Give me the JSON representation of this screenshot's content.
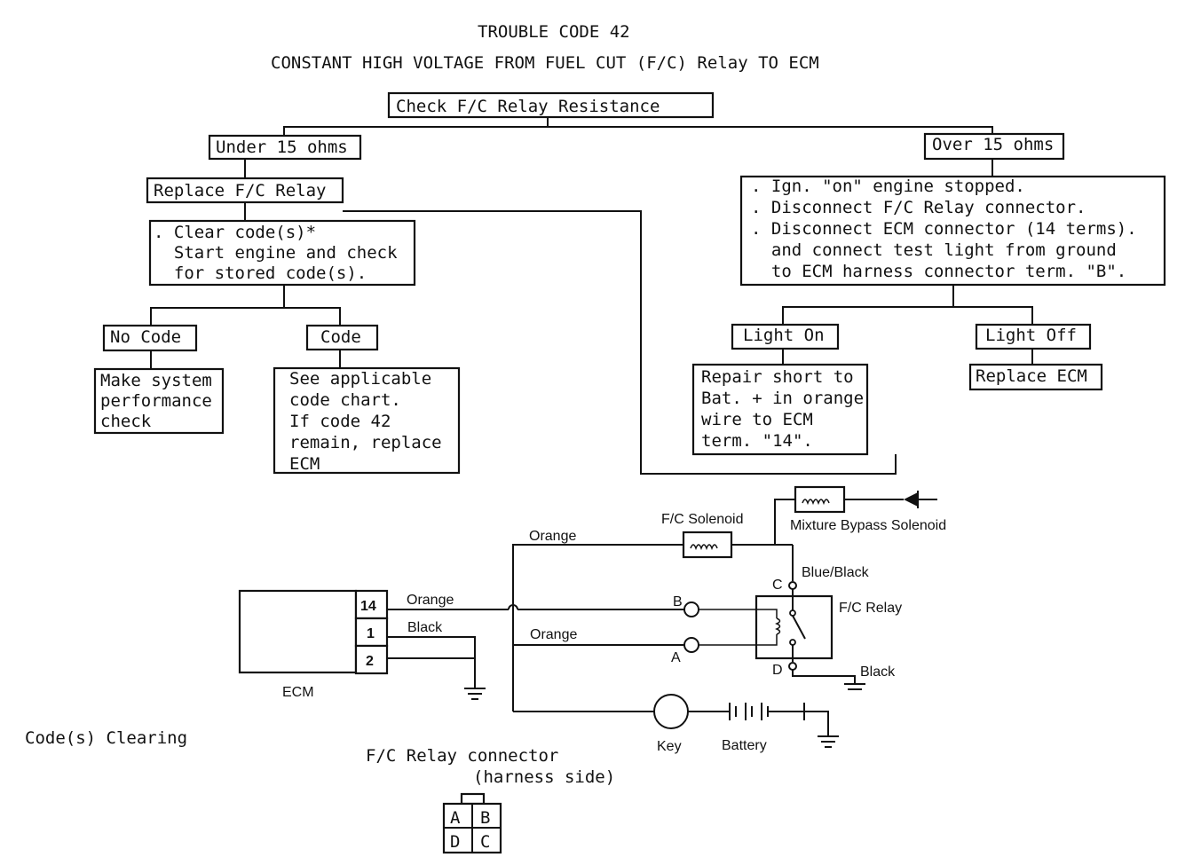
{
  "title": "TROUBLE CODE 42",
  "subtitle": "CONSTANT HIGH VOLTAGE FROM FUEL CUT (F/C) Relay TO ECM",
  "flow": {
    "check_resistance": "Check F/C Relay Resistance",
    "under_15": "Under 15 ohms",
    "over_15": "Over 15 ohms",
    "replace_relay": "Replace F/C Relay",
    "clear_codes": [
      ". Clear code(s)*",
      "  Start engine and check",
      "  for stored code(s)."
    ],
    "no_code": "No Code",
    "code": "Code",
    "perf_check": [
      "Make system",
      "performance",
      "check"
    ],
    "see_chart": [
      "See applicable",
      "code chart.",
      "If code 42",
      "remain, replace",
      "ECM"
    ],
    "ign_steps": [
      ". Ign. \"on\" engine stopped.",
      ". Disconnect F/C Relay connector.",
      ". Disconnect ECM connector (14 terms).",
      "  and connect test light from ground",
      "  to ECM harness connector term. \"B\"."
    ],
    "light_on": "Light On",
    "light_off": "Light Off",
    "repair_short": [
      "Repair short to",
      "Bat. + in orange",
      "wire to ECM",
      "term. \"14\"."
    ],
    "replace_ecm": "Replace ECM"
  },
  "circuit": {
    "ecm": "ECM",
    "pin_14": "14",
    "pin_1": "1",
    "pin_2": "2",
    "orange_1": "Orange",
    "orange_2": "Orange",
    "orange_3": "Orange",
    "black_1": "Black",
    "black_2": "Black",
    "blue_black": "Blue/Black",
    "fc_solenoid": "F/C Solenoid",
    "mixture_bypass": "Mixture Bypass Solenoid",
    "fc_relay": "F/C Relay",
    "term_a": "A",
    "term_b": "B",
    "term_c": "C",
    "term_d": "D",
    "key": "Key",
    "battery": "Battery"
  },
  "codes_clearing": "Code(s) Clearing",
  "connector": {
    "title": "F/C Relay connector",
    "subtitle": "(harness side)",
    "a": "A",
    "b": "B",
    "d": "D",
    "c": "C"
  }
}
